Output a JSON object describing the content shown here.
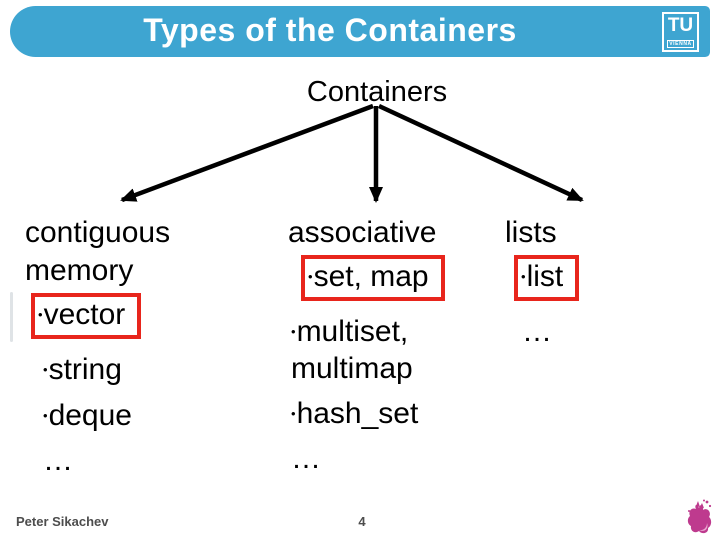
{
  "slide": {
    "title": "Types of the Containers",
    "logo": {
      "line1": "TU",
      "line2": "VIENNA"
    },
    "root_label": "Containers",
    "bullet_char": "•",
    "columns": [
      {
        "header": "contiguous\nmemory",
        "items": [
          {
            "label": "vector",
            "boxed": true
          },
          {
            "label": "string"
          },
          {
            "label": "deque"
          },
          {
            "label": "…"
          }
        ]
      },
      {
        "header": "associative",
        "items": [
          {
            "label": "set, map",
            "boxed": true
          },
          {
            "label": "multiset,\nmultimap"
          },
          {
            "label": "hash_set"
          },
          {
            "label": "…"
          }
        ]
      },
      {
        "header": "lists",
        "items": [
          {
            "label": "list",
            "boxed": true
          },
          {
            "label": "…"
          }
        ]
      }
    ],
    "footer": {
      "author": "Peter Sikachev",
      "page_number": "4"
    },
    "colors": {
      "bar_blue": "#3ea5d1",
      "highlight_red": "#e8251c",
      "splat_pink": "#be3a8e"
    }
  }
}
